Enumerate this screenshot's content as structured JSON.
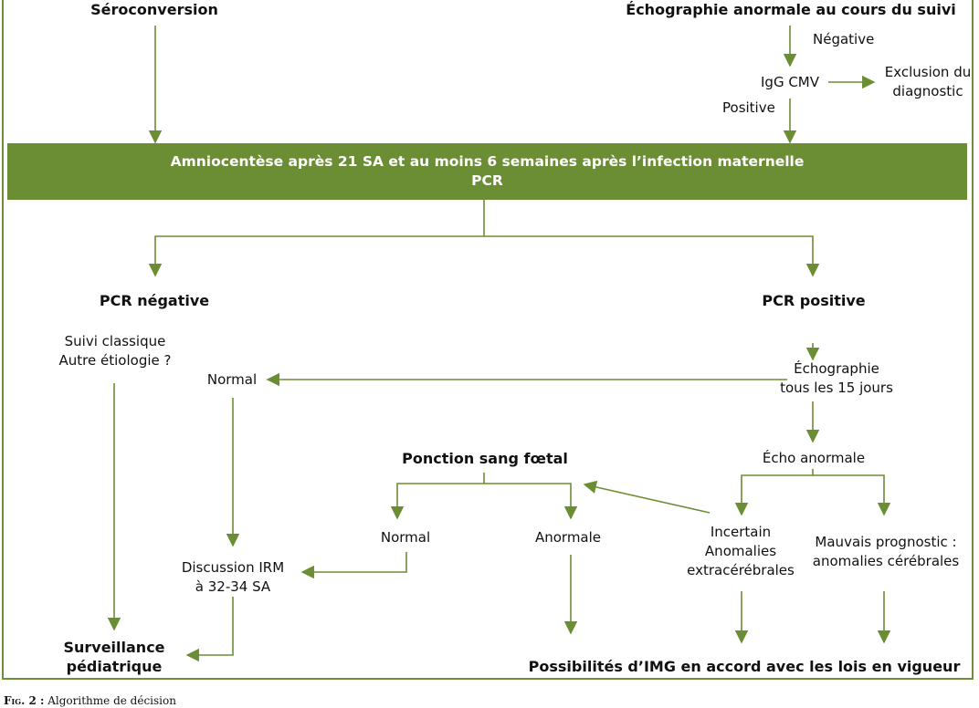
{
  "colors": {
    "accent": "#6b8e34",
    "arrow": "#6b8e34",
    "text": "#111111"
  },
  "nodes": {
    "seroconversion": "Séroconversion",
    "echo_anormale_suivi": "Échographie anormale au cours du suivi",
    "negative": "Négative",
    "igg_cmv": "IgG CMV",
    "exclusion": [
      "Exclusion du",
      "diagnostic"
    ],
    "positive": "Positive",
    "banner": [
      "Amniocentèse après 21 SA et au moins 6 semaines après l’infection maternelle",
      "PCR"
    ],
    "pcr_negative": "PCR négative",
    "pcr_positive": "PCR positive",
    "suivi_classique": [
      "Suivi classique",
      "Autre étiologie ?"
    ],
    "normal_left": "Normal",
    "echographie_15j": [
      "Échographie",
      "tous les 15 jours"
    ],
    "echo_anormale": "Écho anormale",
    "ponction": "Ponction sang fœtal",
    "normal_ponction": "Normal",
    "anormale_ponction": "Anormale",
    "incertain": [
      "Incertain",
      "Anomalies",
      "extracérébrales"
    ],
    "mauvais_pronostic": [
      "Mauvais prognostic :",
      "anomalies cérébrales"
    ],
    "discussion_irm": [
      "Discussion IRM",
      "à 32-34 SA"
    ],
    "surveillance": [
      "Surveillance",
      "pédiatrique"
    ],
    "img": "Possibilités d’IMG en accord avec les lois en vigueur"
  },
  "caption": {
    "label": "Fig. 2 :",
    "text": "Algorithme de décision"
  }
}
